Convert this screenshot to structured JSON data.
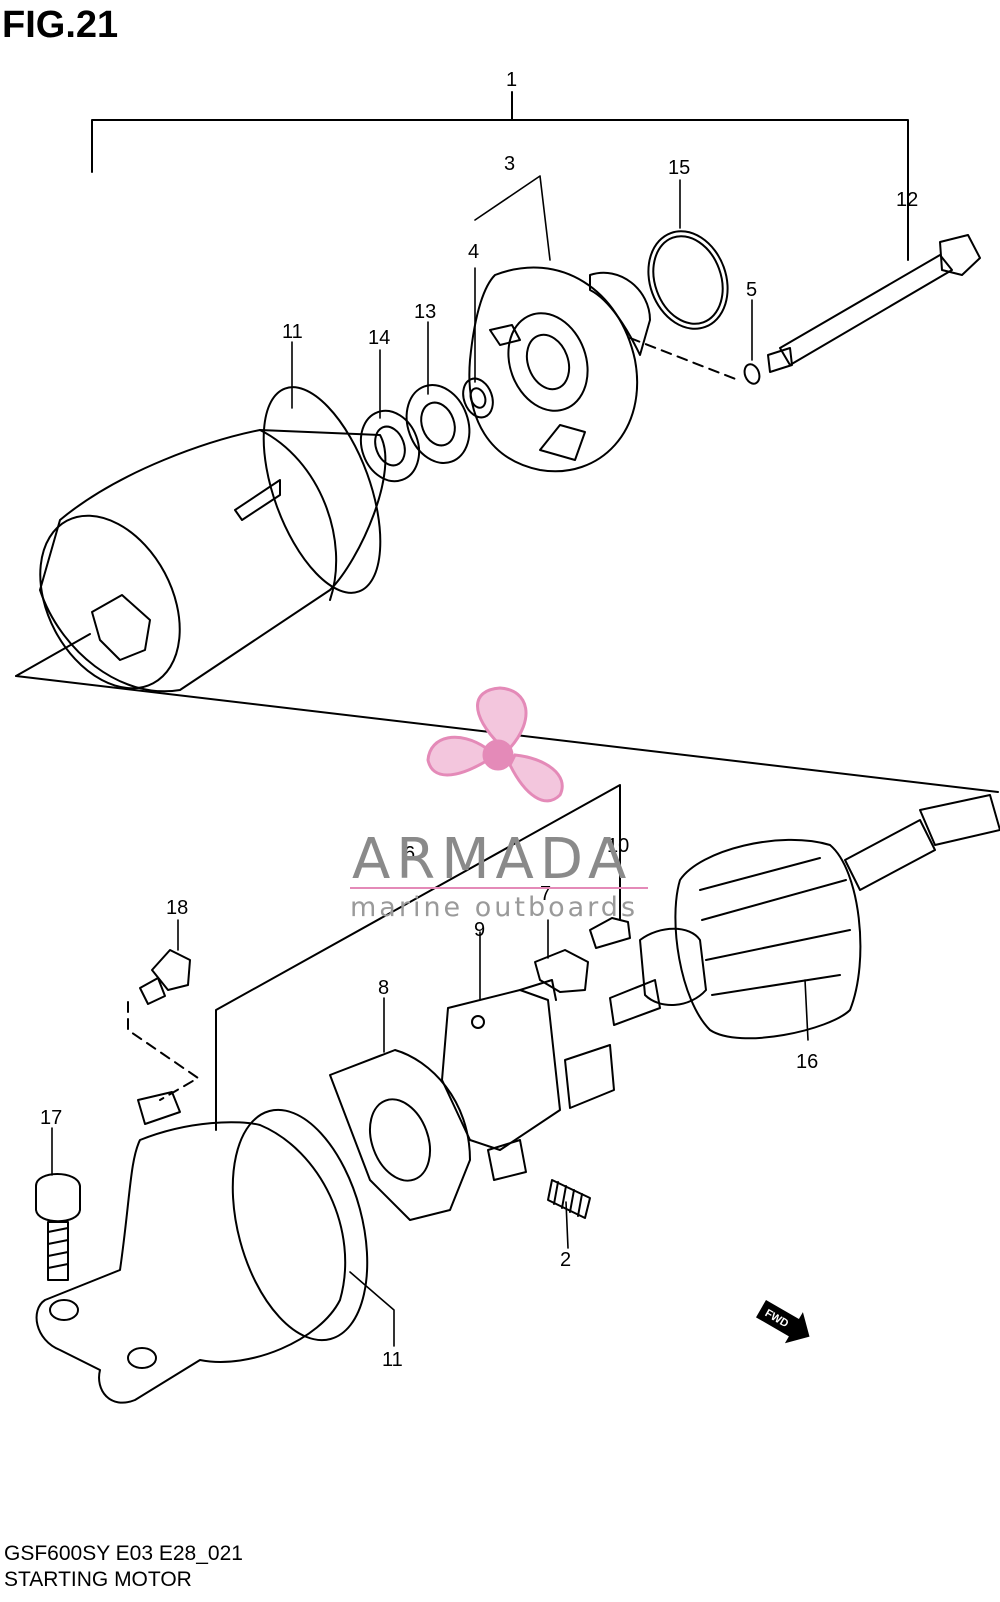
{
  "figure": {
    "title": "FIG.21",
    "code": "GSF600SY E03 E28_021",
    "name": "STARTING MOTOR"
  },
  "callouts": [
    "1",
    "2",
    "3",
    "4",
    "5",
    "6",
    "7",
    "8",
    "9",
    "10",
    "11",
    "11",
    "12",
    "13",
    "14",
    "15",
    "16",
    "17",
    "18"
  ],
  "watermark": {
    "brand": "ARMADA",
    "tagline": "marine outboards",
    "logo_icon": "propeller-icon",
    "accent": "#e48ab8"
  },
  "fwd_label": "FWD"
}
